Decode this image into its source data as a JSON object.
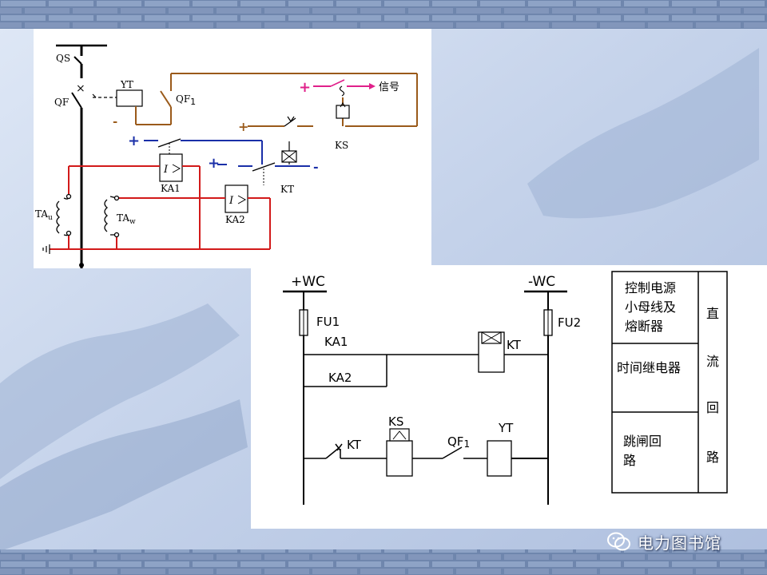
{
  "diagram1": {
    "labels": {
      "qs": "QS",
      "qf": "QF",
      "yt": "YT",
      "qf1": "QF",
      "qf1_sub": "1",
      "ks": "KS",
      "signal": "信号",
      "ka1": "KA1",
      "ka2": "KA2",
      "kt": "KT",
      "ta_u": "TA",
      "ta_u_sub": "u",
      "ta_w": "TA",
      "ta_w_sub": "w",
      "i_symbol": "I",
      "plus": "+",
      "minus": "-"
    },
    "colors": {
      "brown": "#9a5a1a",
      "blue": "#1a2fa8",
      "red": "#d21a1a",
      "magenta": "#e0208a",
      "black": "#000000"
    }
  },
  "diagram2": {
    "labels": {
      "plus_wc": "+WC",
      "minus_wc": "-WC",
      "fu1": "FU1",
      "fu2": "FU2",
      "ka1": "KA1",
      "ka2": "KA2",
      "kt_coil": "KT",
      "kt_contact": "KT",
      "ks": "KS",
      "qf1": "QF",
      "qf1_sub": "1",
      "yt": "YT"
    },
    "table": {
      "rows": [
        {
          "lines": [
            "控制电源",
            "小母线及",
            "熔断器"
          ]
        },
        {
          "lines": [
            "时间继电器"
          ]
        },
        {
          "lines": [
            "跳闸回",
            "路"
          ]
        }
      ],
      "side": [
        "直",
        "流",
        "回",
        "路"
      ]
    }
  },
  "watermark": {
    "text": "电力图书馆",
    "icon": "wechat-icon"
  }
}
